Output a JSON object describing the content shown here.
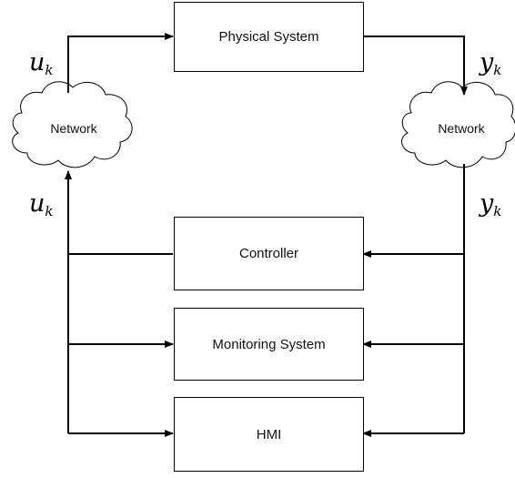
{
  "blocks": {
    "physical_system": "Physical System",
    "controller": "Controller",
    "monitoring_system": "Monitoring System",
    "hmi": "HMI"
  },
  "networks": {
    "left": "Network",
    "right": "Network"
  },
  "signals": {
    "u_top": {
      "base": "u",
      "sub": "k"
    },
    "u_bottom": {
      "base": "u",
      "sub": "k"
    },
    "y_top": {
      "base": "y",
      "sub": "k"
    },
    "y_bottom": {
      "base": "y",
      "sub": "k"
    }
  },
  "colors": {
    "line": "#000000",
    "box_fill": "#ffffff"
  }
}
